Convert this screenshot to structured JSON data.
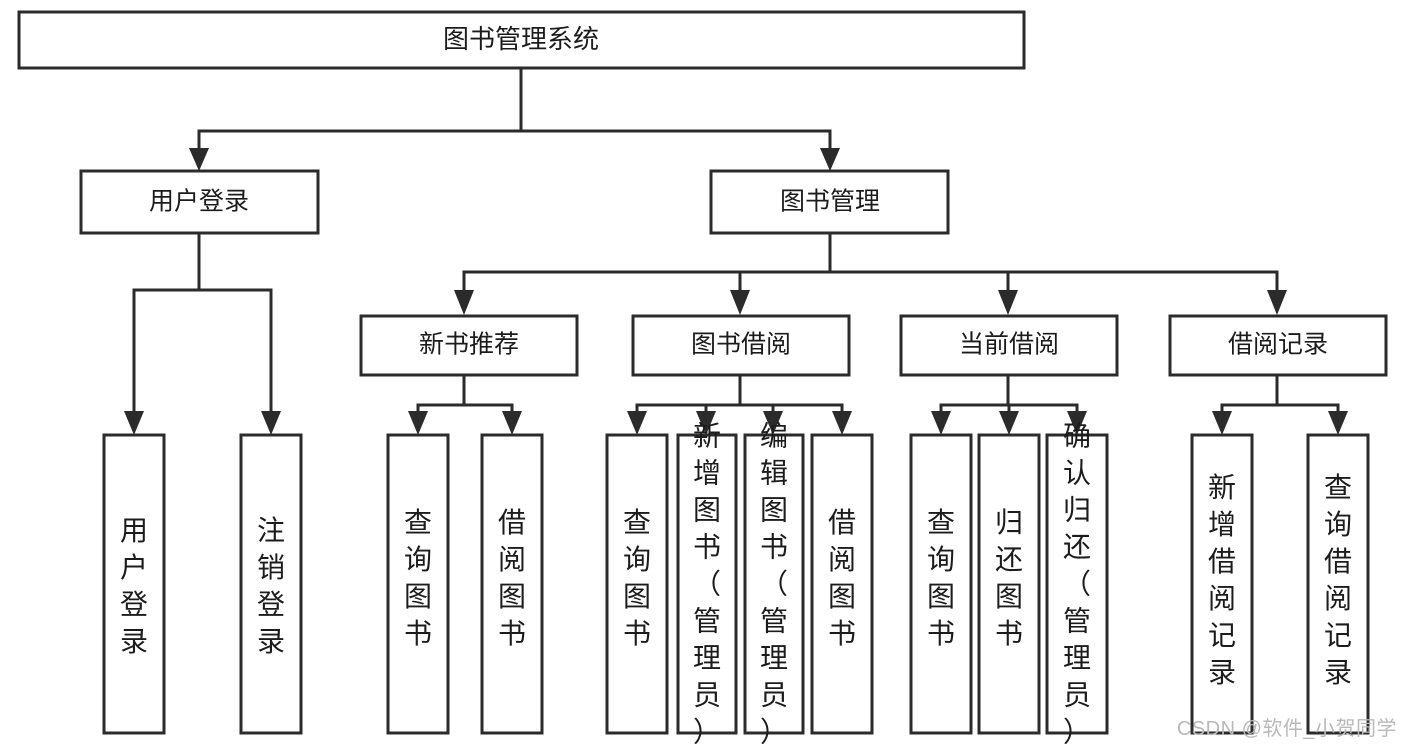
{
  "diagram": {
    "type": "tree",
    "title": "图书管理系统",
    "root": {
      "label": "图书管理系统"
    },
    "level2": [
      {
        "label": "用户登录"
      },
      {
        "label": "图书管理"
      }
    ],
    "level3": [
      {
        "label": "新书推荐"
      },
      {
        "label": "图书借阅"
      },
      {
        "label": "当前借阅"
      },
      {
        "label": "借阅记录"
      }
    ],
    "leaves": {
      "user_login": [
        "用户登录",
        "注销登录"
      ],
      "new_book_recommend": [
        "查询图书",
        "借阅图书"
      ],
      "book_borrow": [
        "查询图书",
        "新增图书（管理员）",
        "编辑图书（管理员）",
        "借阅图书"
      ],
      "current_borrow": [
        "查询图书",
        "归还图书",
        "确认归还（管理员）"
      ],
      "borrow_record": [
        "新增借阅记录",
        "查询借阅记录"
      ]
    },
    "colors": {
      "stroke": "#2b2b2b",
      "fill": "#ffffff",
      "text": "#1c1c1c",
      "watermark": "#b9b9b9"
    }
  },
  "watermark": {
    "text": "CSDN @软件_小贺同学"
  }
}
